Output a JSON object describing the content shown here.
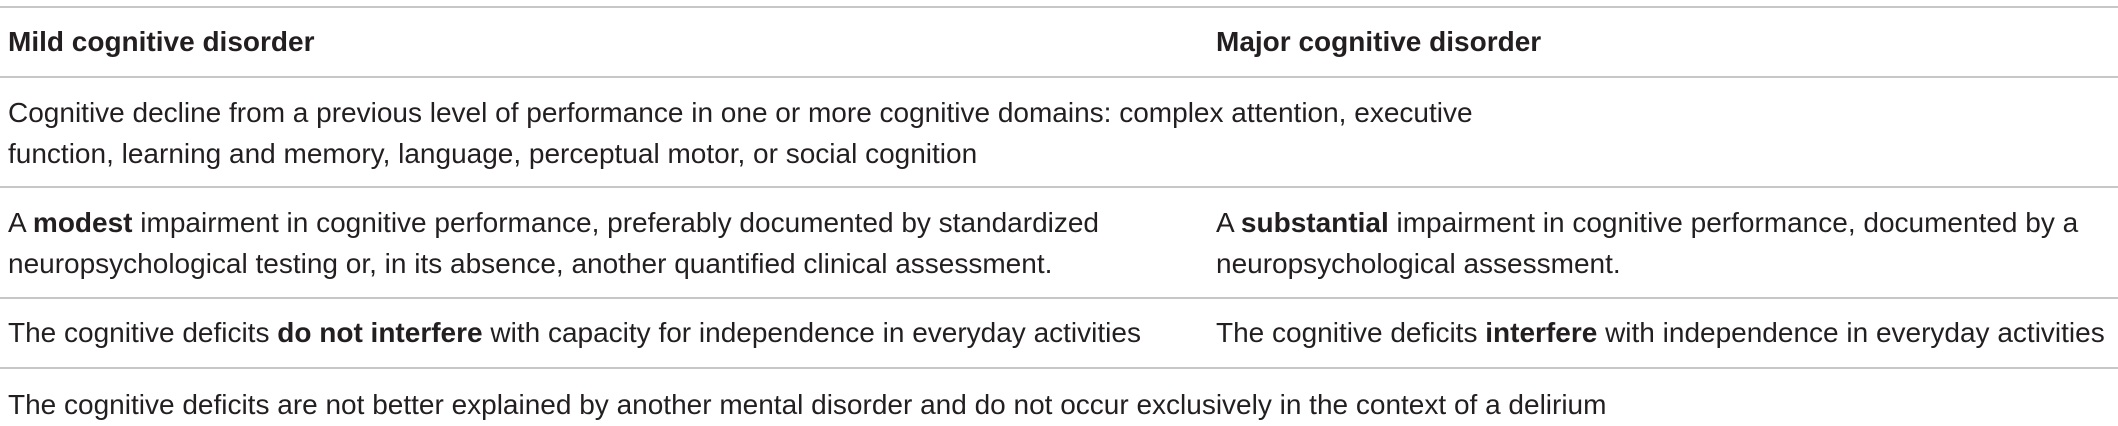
{
  "table": {
    "header": {
      "mild": "Mild cognitive disorder",
      "major": "Major cognitive disorder"
    },
    "row_shared_1": {
      "line1": "Cognitive decline from a previous level of performance in one or more cognitive domains: complex attention, executive",
      "line2": "function, learning and memory, language, perceptual motor, or social cognition"
    },
    "row_impairment": {
      "mild": {
        "prefix": "A ",
        "emphasis": "modest",
        "line1_rest": " impairment in cognitive performance, preferably documented by standardized",
        "line2": "neuropsychological testing or, in its absence, another quantified clinical assessment."
      },
      "major": {
        "prefix": "A ",
        "emphasis": "substantial",
        "line1_rest": " impairment in cognitive performance, documented by a",
        "line2": "neuropsychological assessment."
      }
    },
    "row_independence": {
      "mild": {
        "prefix": "The cognitive deficits ",
        "emphasis": "do not interfere",
        "rest": " with capacity for independence in everyday activities"
      },
      "major": {
        "prefix": "The cognitive deficits ",
        "emphasis": "interfere",
        "rest": " with independence in everyday activities"
      }
    },
    "row_shared_2": {
      "text": "The cognitive deficits are not better explained by another mental disorder and do not occur exclusively in the context of a delirium"
    }
  }
}
